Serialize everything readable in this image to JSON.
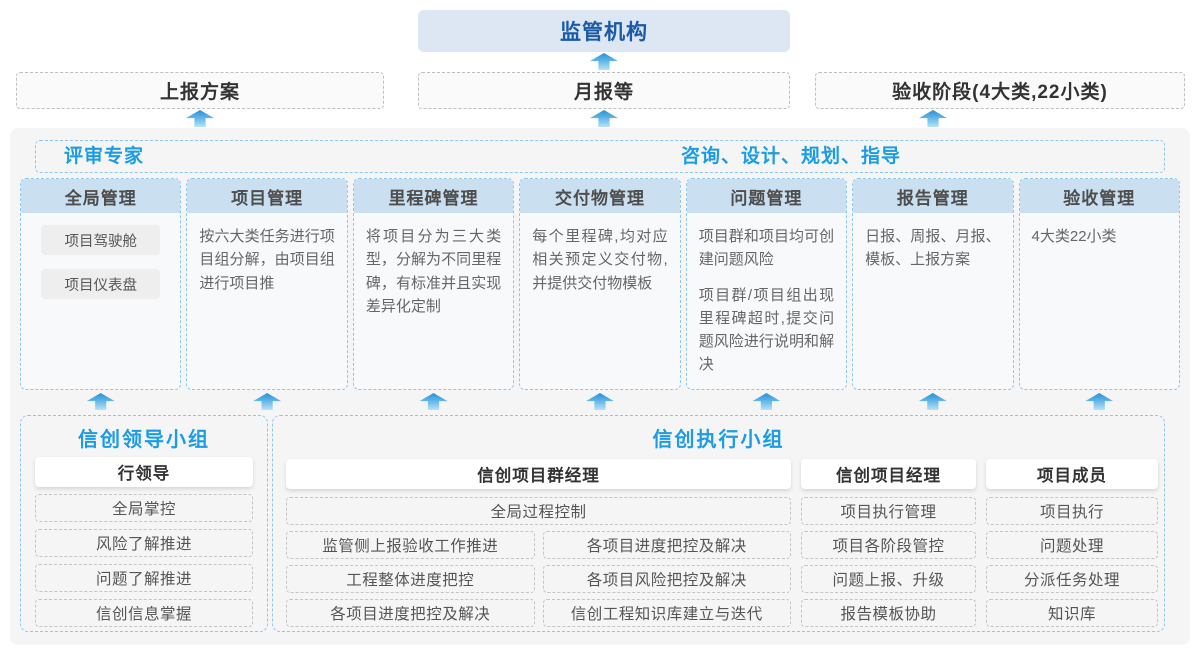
{
  "regulator": {
    "label": "监管机构"
  },
  "row2": {
    "items": [
      "上报方案",
      "月报等",
      "验收阶段(4大类,22小类)"
    ]
  },
  "experts": {
    "left": "评审专家",
    "right": "咨询、设计、规划、指导"
  },
  "columns": [
    {
      "header": "全局管理",
      "chips": [
        "项目驾驶舱",
        "项目仪表盘"
      ]
    },
    {
      "header": "项目管理",
      "paragraphs": [
        "按六大类任务进行项目组分解，由项目组进行项目推"
      ]
    },
    {
      "header": "里程碑管理",
      "paragraphs": [
        "将项目分为三大类型，分解为不同里程碑，有标准并且实现差异化定制"
      ]
    },
    {
      "header": "交付物管理",
      "paragraphs": [
        "每个里程碑,均对应相关预定义交付物,并提供交付物模板"
      ]
    },
    {
      "header": "问题管理",
      "paragraphs": [
        "项目群和项目均可创建问题风险",
        "项目群/项目组出现里程碑超时,提交问题风险进行说明和解决"
      ]
    },
    {
      "header": "报告管理",
      "paragraphs": [
        "日报、周报、月报、模板、上报方案"
      ]
    },
    {
      "header": "验收管理",
      "paragraphs": [
        "4大类22小类"
      ]
    }
  ],
  "groups": {
    "leader": {
      "title": "信创领导小组",
      "role": "行领导",
      "items": [
        "全局掌控",
        "风险了解推进",
        "问题了解推进",
        "信创信息掌握"
      ]
    },
    "executor": {
      "title": "信创执行小组",
      "pm_group": {
        "role": "信创项目群经理",
        "full_item": "全局过程控制",
        "left_items": [
          "监管侧上报验收工作推进",
          "工程整体进度把控",
          "各项目进度把控及解决"
        ],
        "right_items": [
          "各项目进度把控及解决",
          "各项目风险把控及解决",
          "信创工程知识库建立与迭代"
        ]
      },
      "pm": {
        "role": "信创项目经理",
        "items": [
          "项目执行管理",
          "项目各阶段管控",
          "问题上报、升级",
          "报告模板协助"
        ]
      },
      "member": {
        "role": "项目成员",
        "items": [
          "项目执行",
          "问题处理",
          "分派任务处理",
          "知识库"
        ]
      }
    }
  },
  "colors": {
    "accent_blue": "#1b9ce3",
    "dark_blue": "#1a5aa8",
    "header_bg": "#cadff0",
    "regulator_bg": "#dde7f3",
    "panel_bg": "#f5f5f6",
    "dashed_blue": "#8cc8ee",
    "dashed_gray": "#c4c4c4",
    "arrow_top": "#2493d6",
    "arrow_bottom": "#b9e2f6"
  },
  "icons": {
    "up_arrow": "up-arrow-icon"
  }
}
